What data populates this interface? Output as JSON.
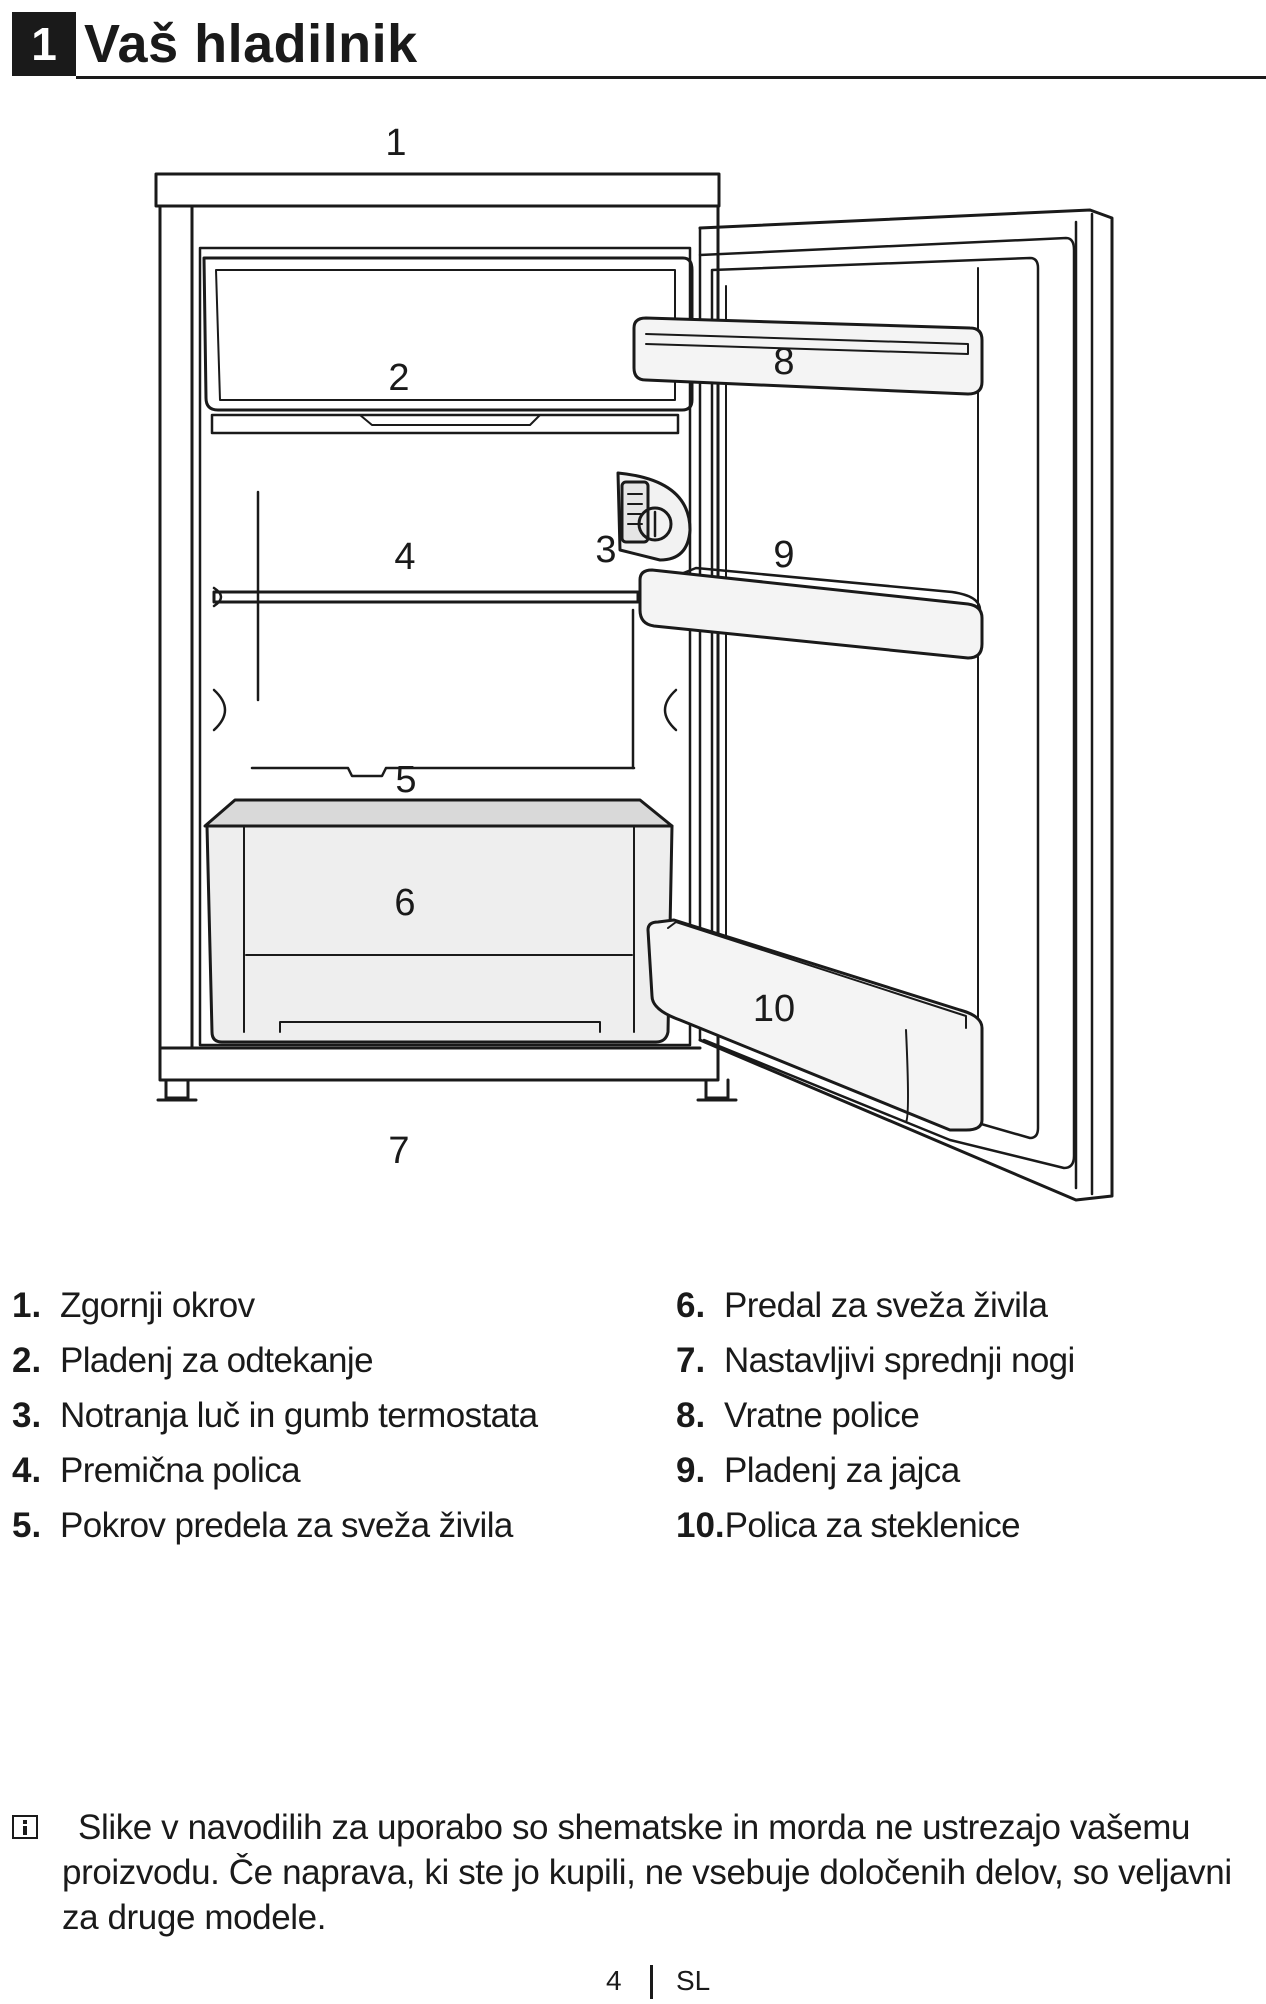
{
  "header": {
    "number": "1",
    "title": "Vaš hladilnik"
  },
  "diagram": {
    "callouts": [
      "1",
      "2",
      "3",
      "4",
      "5",
      "6",
      "7",
      "8",
      "9",
      "10"
    ]
  },
  "legend": {
    "left": [
      {
        "num": "1.",
        "label": "Zgornji okrov"
      },
      {
        "num": "2.",
        "label": "Pladenj za odtekanje"
      },
      {
        "num": "3.",
        "label": "Notranja luč in gumb termostata"
      },
      {
        "num": "4.",
        "label": "Premična polica"
      },
      {
        "num": "5.",
        "label": "Pokrov predela za sveža živila"
      }
    ],
    "right": [
      {
        "num": "6.",
        "label": "Predal za sveža živila"
      },
      {
        "num": "7.",
        "label": "Nastavljivi sprednji nogi"
      },
      {
        "num": "8.",
        "label": "Vratne police"
      },
      {
        "num": "9.",
        "label": "Pladenj za jajca"
      },
      {
        "num": "10.",
        "label": "Polica za steklenice"
      }
    ]
  },
  "note": {
    "icon": "info-icon",
    "text": "Slike v navodilih za uporabo so shematske in morda ne ustrezajo vašemu proizvodu. Če naprava, ki ste jo kupili, ne vsebuje določenih delov, so veljavni za druge modele."
  },
  "footer": {
    "page": "4",
    "lang": "SL"
  }
}
